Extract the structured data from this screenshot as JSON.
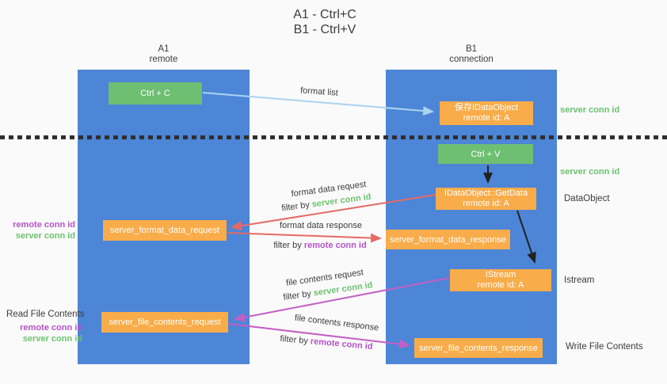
{
  "title": {
    "line1": "A1 - Ctrl+C",
    "line2": "B1 - Ctrl+V"
  },
  "columns": {
    "a1": {
      "name": "A1",
      "subtitle": "remote"
    },
    "b1": {
      "name": "B1",
      "subtitle": "connection"
    }
  },
  "nodes": {
    "ctrl_c": {
      "label": "Ctrl + C"
    },
    "save_idataobject": {
      "line1": "保存IDataObject",
      "line2": "remote id: A"
    },
    "ctrl_v": {
      "label": "Ctrl + V"
    },
    "getdata": {
      "line1": "IDataObject::GetData",
      "line2": "remote id: A"
    },
    "server_format_data_request": {
      "label": "server_format_data_request"
    },
    "server_format_data_response": {
      "label": "server_format_data_response"
    },
    "istream": {
      "line1": "IStream",
      "line2": "remote id: A"
    },
    "server_file_contents_request": {
      "label": "server_file_contents_request"
    },
    "server_file_contents_response": {
      "label": "server_file_contents_response"
    }
  },
  "side_labels": {
    "server_conn_id_top": "server conn id",
    "server_conn_id_mid": "server conn id",
    "dataobject": "DataObject",
    "istream": "Istream",
    "write_file_contents": "Write File Contents",
    "read_file_contents": "Read File Contents",
    "request_group": {
      "remote_conn_id": "remote conn id",
      "server_conn_id": "server conn id"
    },
    "file_group": {
      "remote_conn_id": "remote conn id",
      "server_conn_id": "server conn id"
    }
  },
  "flow_labels": {
    "format_list": "format list",
    "format_data_request": "format data request",
    "format_data_response": "format data response",
    "file_contents_request": "file contents request",
    "file_contents_response": "file contents response",
    "filter_by": "filter by",
    "server_conn_id": "server conn id",
    "remote_conn_id": "remote conn id"
  },
  "colors": {
    "column_blue": "#4d85d7",
    "node_green": "#6fbf73",
    "node_orange": "#f8ac4a",
    "green_label": "#6cc270",
    "purple_label": "#b553c9",
    "red_arrow": "#e56a64",
    "magenta_arrow": "#c45fc4",
    "light_blue_arrow": "#acd3ee",
    "text_black": "#3c3c3c"
  }
}
